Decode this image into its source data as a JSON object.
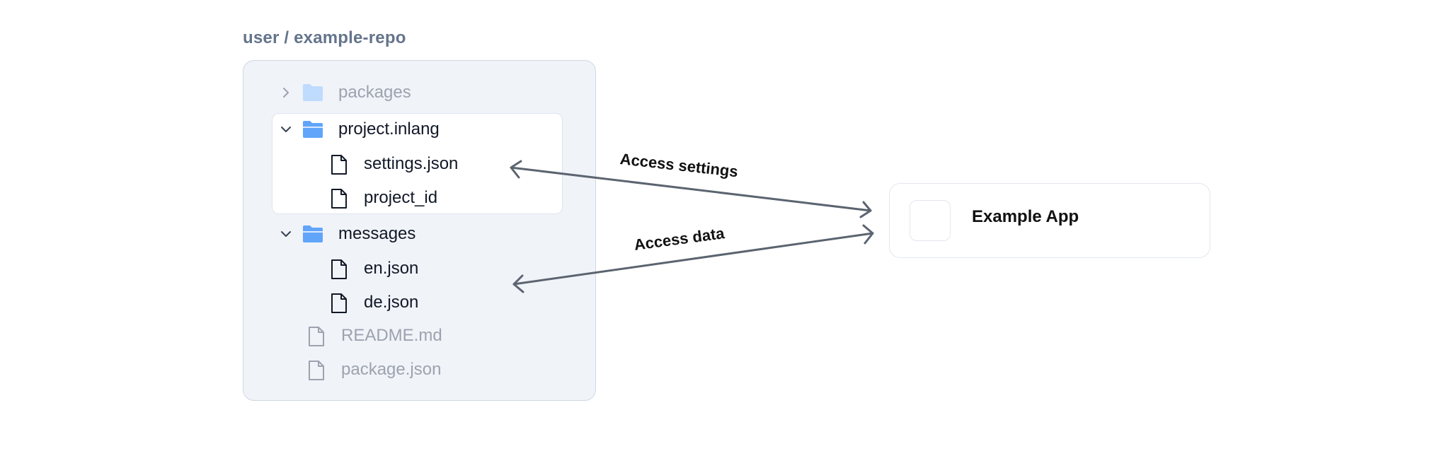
{
  "repo": {
    "title": "user / example-repo"
  },
  "tree": {
    "packages": "packages",
    "project_folder": "project.inlang",
    "settings_file": "settings.json",
    "project_id_file": "project_id",
    "messages_folder": "messages",
    "en_file": "en.json",
    "de_file": "de.json",
    "readme_file": "README.md",
    "package_file": "package.json"
  },
  "arrows": {
    "settings_label": "Access settings",
    "data_label": "Access data"
  },
  "app": {
    "name": "Example App"
  },
  "colors": {
    "folder_active": "#60a5fa",
    "folder_dim": "#bfdbfe",
    "text_dark": "#111827",
    "text_dim": "#9ca3af",
    "arrow": "#5b6470"
  }
}
